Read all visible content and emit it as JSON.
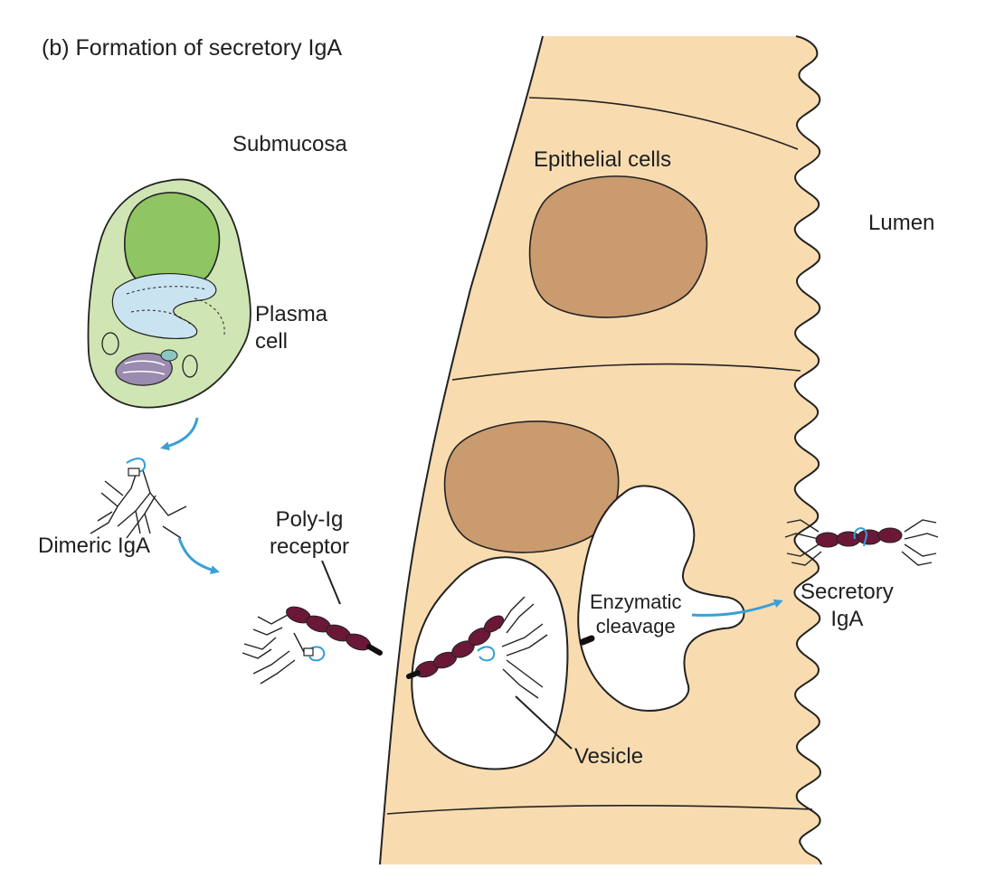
{
  "title": "(b)  Formation of secretory IgA",
  "labels": {
    "submucosa": "Submucosa",
    "epithelial_cells": "Epithelial cells",
    "lumen": "Lumen",
    "plasma_cell_line1": "Plasma",
    "plasma_cell_line2": "cell",
    "dimeric_iga": "Dimeric IgA",
    "poly_ig_line1": "Poly-Ig",
    "poly_ig_line2": "receptor",
    "enzymatic_line1": "Enzymatic",
    "enzymatic_line2": "cleavage",
    "secretory_line1": "Secretory",
    "secretory_line2": "IgA",
    "vesicle": "Vesicle"
  },
  "colors": {
    "epithelium_fill": "#f8dcb0",
    "nucleus_fill": "#c99b6f",
    "plasma_cell_fill": "#cfe6b4",
    "plasma_nucleus_fill": "#8fc562",
    "er_fill": "#c9e3f0",
    "golgi_fill": "#9b8bb0",
    "receptor_fill": "#6b1838",
    "j_chain_color": "#2f9fd8",
    "arrow_color": "#3a9fd6",
    "outline": "#222222"
  }
}
